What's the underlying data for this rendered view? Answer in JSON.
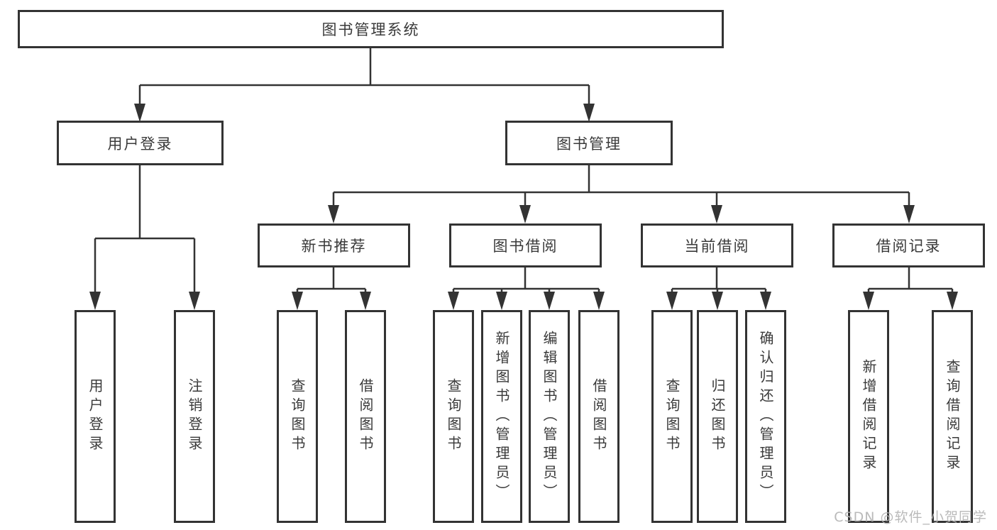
{
  "diagram": {
    "type": "hierarchy",
    "tree": {
      "label": "图书管理系统",
      "children": [
        {
          "label": "用户登录",
          "children": [
            {
              "label": "用户登录"
            },
            {
              "label": "注销登录"
            }
          ]
        },
        {
          "label": "图书管理",
          "children": [
            {
              "label": "新书推荐",
              "children": [
                {
                  "label": "查询图书"
                },
                {
                  "label": "借阅图书"
                }
              ]
            },
            {
              "label": "图书借阅",
              "children": [
                {
                  "label": "查询图书"
                },
                {
                  "label": "新增图书（管理员）"
                },
                {
                  "label": "编辑图书（管理员）"
                },
                {
                  "label": "借阅图书"
                }
              ]
            },
            {
              "label": "当前借阅",
              "children": [
                {
                  "label": "查询图书"
                },
                {
                  "label": "归还图书"
                },
                {
                  "label": "确认归还（管理员）"
                }
              ]
            },
            {
              "label": "借阅记录",
              "children": [
                {
                  "label": "新增借阅记录"
                },
                {
                  "label": "查询借阅记录"
                }
              ]
            }
          ]
        }
      ]
    },
    "colors": {
      "line": "#333333",
      "box_border": "#333333",
      "text": "#3a3a3a",
      "background": "#ffffff",
      "watermark": "#b2b2b2"
    }
  },
  "watermark": {
    "text": "CSDN @软件_小贺同学"
  }
}
